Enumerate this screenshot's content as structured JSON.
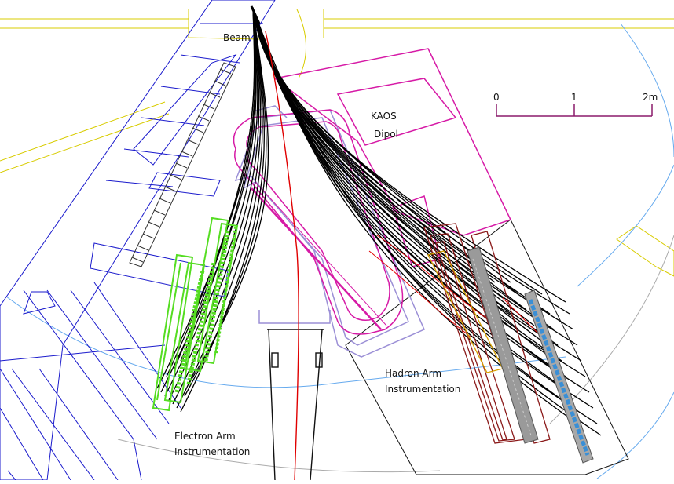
{
  "labels": {
    "beam": "Beam",
    "kaos_line1": "KAOS",
    "kaos_line2": "Dipol",
    "hadron_line1": "Hadron Arm",
    "hadron_line2": "Instrumentation",
    "electron_line1": "Electron Arm",
    "electron_line2": "Instrumentation"
  },
  "scale_bar": {
    "ticks": [
      "0",
      "1",
      "2m"
    ]
  },
  "colors": {
    "beamline": "#1a1acc",
    "hall": "#d8cc00",
    "dipole": "#d61aa6",
    "chamber": "#9b8fd6",
    "tracks": "#000000",
    "central_ray": "#e00000",
    "electron_arm": "#55dd22",
    "hadron_frame": "#8b1a1a",
    "hadron_detector": "#808080",
    "tof_detector": "#3a8fd6",
    "arc_blue": "#66aaee",
    "arc_grey": "#aaaaaa",
    "scale": "#8b1a6b"
  }
}
